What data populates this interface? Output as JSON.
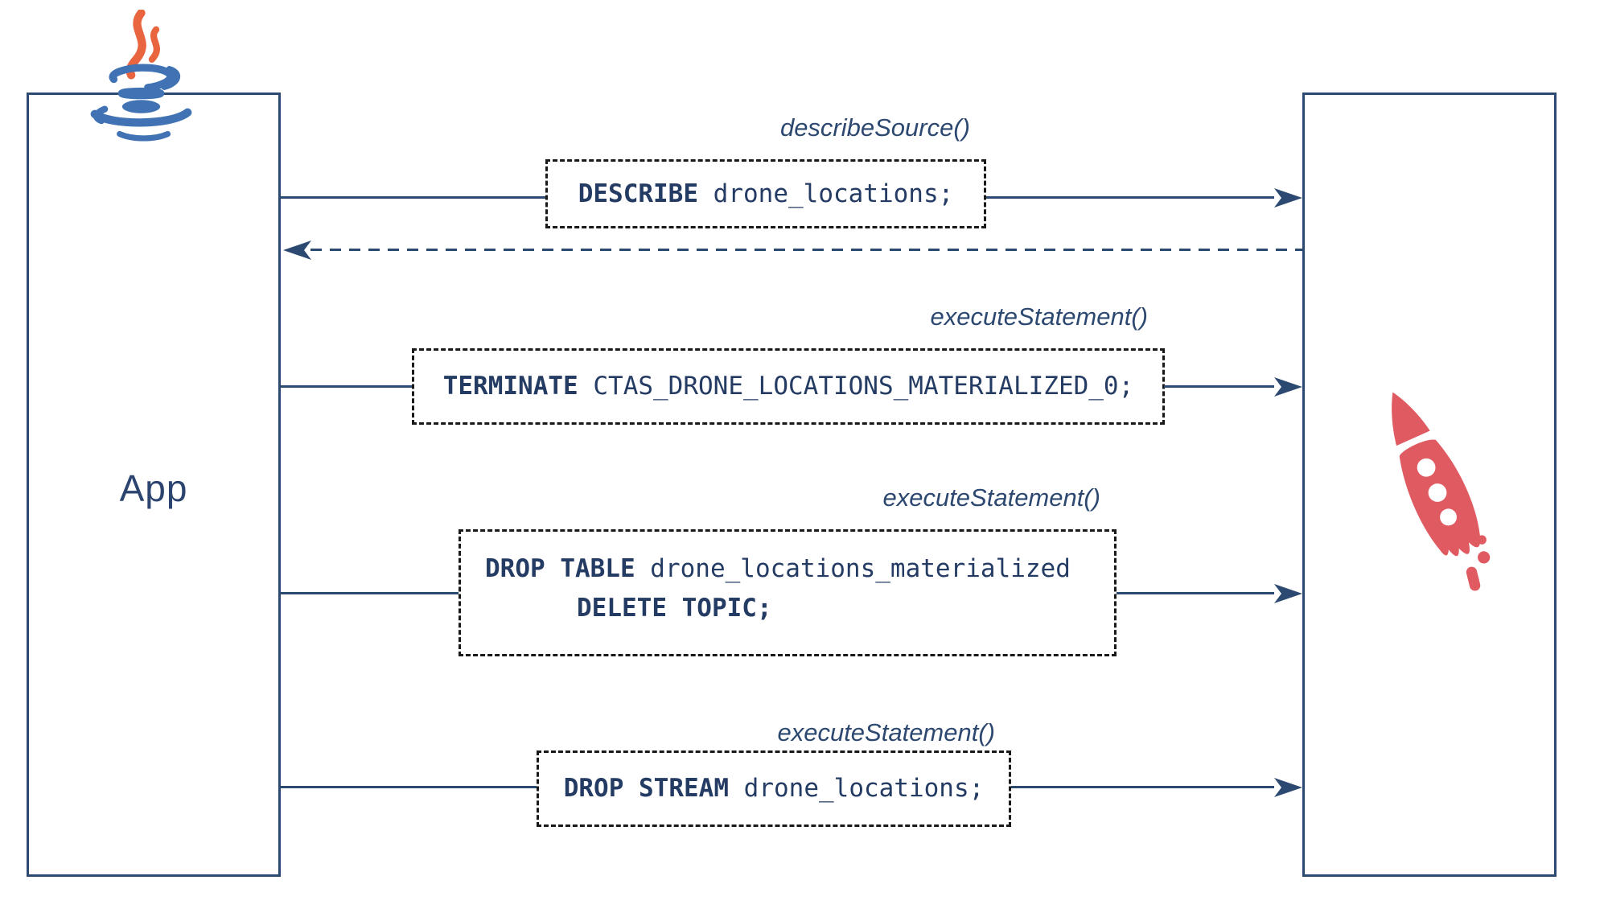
{
  "colors": {
    "navy_line": "#2C4972",
    "code_text": "#243B63",
    "label_text": "#2C4870",
    "dashed_border": "#191919",
    "rocket_coral": "#E05A61",
    "java_blue": "#4173B4",
    "java_orange": "#E9653F",
    "background": "#FFFFFF"
  },
  "diagram": {
    "left_actor": {
      "label": "App",
      "icon": "java-logo"
    },
    "right_actor": {
      "label": "",
      "icon": "ksqldb-rocket"
    },
    "messages": [
      {
        "method": "describeSource()",
        "direction": "app-to-server",
        "line_style": "solid",
        "code_lines": [
          {
            "keyword": "DESCRIBE",
            "text": " drone_locations;"
          }
        ]
      },
      {
        "type": "return",
        "method": "",
        "direction": "server-to-app",
        "line_style": "dashed"
      },
      {
        "method": "executeStatement()",
        "direction": "app-to-server",
        "line_style": "solid",
        "code_lines": [
          {
            "keyword": "TERMINATE",
            "text": " CTAS_DRONE_LOCATIONS_MATERIALIZED_0;"
          }
        ]
      },
      {
        "method": "executeStatement()",
        "direction": "app-to-server",
        "line_style": "solid",
        "code_lines": [
          {
            "keyword": "DROP TABLE",
            "text": " drone_locations_materialized"
          },
          {
            "keyword": "DELETE TOPIC;",
            "text": ""
          }
        ]
      },
      {
        "method": "executeStatement()",
        "direction": "app-to-server",
        "line_style": "solid",
        "code_lines": [
          {
            "keyword": "DROP STREAM",
            "text": " drone_locations;"
          }
        ]
      }
    ]
  }
}
